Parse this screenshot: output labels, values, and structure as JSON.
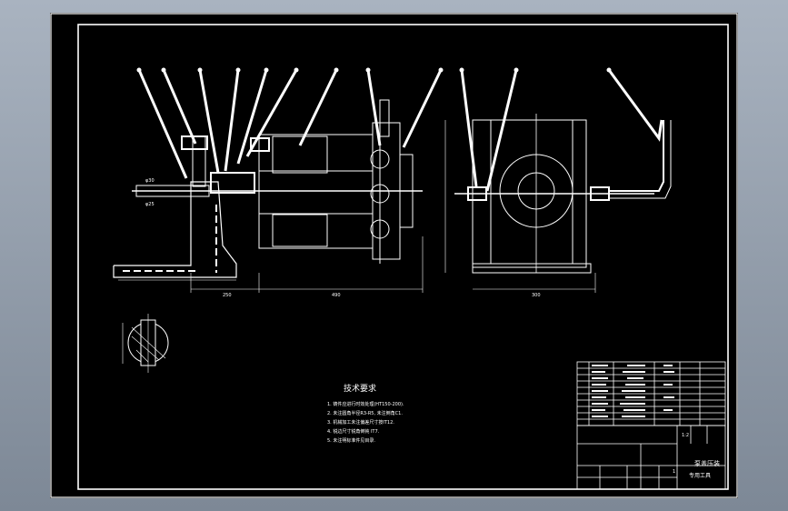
{
  "drawing": {
    "title_block_title": "泵盖压装",
    "title_block_subtitle": "专用工具",
    "tech_req_heading": "技术要求",
    "tech_requirements": [
      "1. 铸件应进行时效处理(HT150-200).",
      "2. 未注圆角半径R3-R5, 未注倒角C1.",
      "3. 机械加工未注偏差尺寸按IT12.",
      "4. 锐边尺寸锐角倒钝 IT7.",
      "5. 未注明标准件见目录."
    ],
    "dimensions": [
      "φ30",
      "φ25",
      "250",
      "490",
      "300"
    ],
    "scale_label": "1:2",
    "sheet_label": "1",
    "colors": {
      "sheet": "#000000",
      "lines": "#ffffff",
      "frame_bg": "#8e99a7"
    }
  }
}
